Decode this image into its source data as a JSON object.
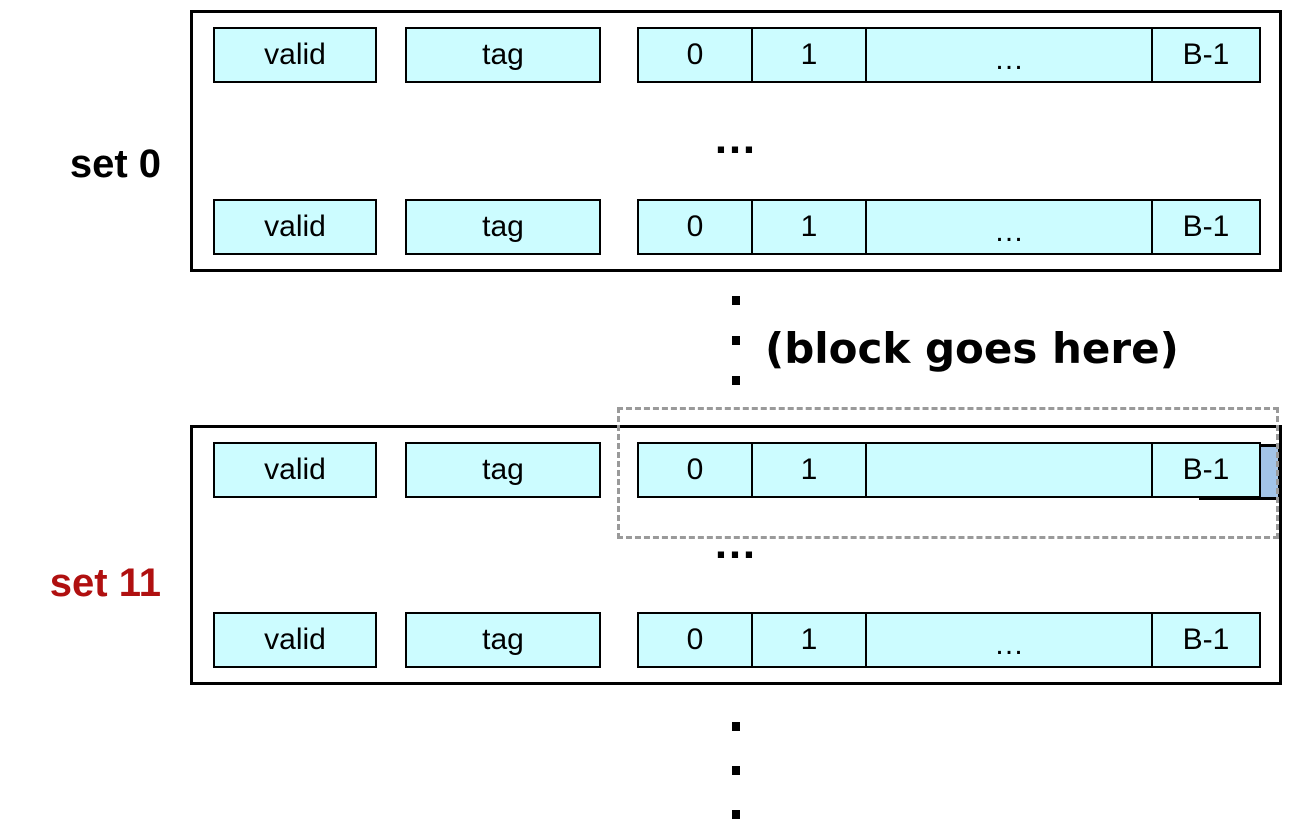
{
  "sets": [
    {
      "label": "set 0",
      "color": "#000000",
      "lines": [
        {
          "valid": "valid",
          "tag": "tag",
          "b0": "0",
          "b1": "1",
          "mid": "…",
          "last": "B-1"
        },
        {
          "valid": "valid",
          "tag": "tag",
          "b0": "0",
          "b1": "1",
          "mid": "…",
          "last": "B-1"
        }
      ],
      "between_lines": "…"
    },
    {
      "label": "set 11",
      "color": "#b01010",
      "lines": [
        {
          "valid": "valid",
          "tag": "tag",
          "b0": "0",
          "b1": "1",
          "mid": "",
          "last": "B-1"
        },
        {
          "valid": "valid",
          "tag": "tag",
          "b0": "0",
          "b1": "1",
          "mid": "…",
          "last": "B-1"
        }
      ],
      "between_lines": "…"
    }
  ],
  "annotation": "(block goes here)",
  "colors": {
    "cell_fill": "#ccfcff",
    "target_block_fill": "#a3c4e8",
    "highlight_border": "#9a9a9a"
  }
}
